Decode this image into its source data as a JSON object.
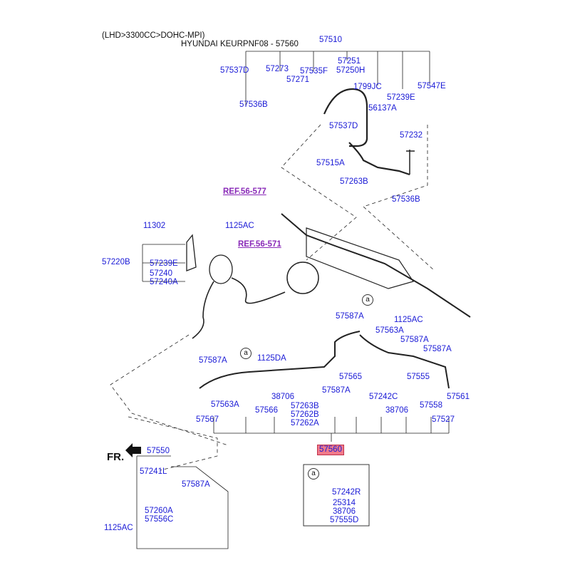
{
  "header": {
    "spec": "(LHD>3300CC>DOHC-MPI)",
    "model_line": "HYUNDAI KEURPNF08 - 57560"
  },
  "references": [
    {
      "id": "ref1",
      "prefix": "REF.",
      "code": "56-577"
    },
    {
      "id": "ref2",
      "prefix": "REF.",
      "code": "56-571"
    }
  ],
  "front_marker": "FR.",
  "detail_marker": "a",
  "selected_part": "57560",
  "labels": {
    "p57510": "57510",
    "p57537D_top": "57537D",
    "p57273": "57273",
    "p57535F": "57535F",
    "p57251": "57251",
    "p57250H": "57250H",
    "p57271": "57271",
    "p1799JC": "1799JC",
    "p57547E": "57547E",
    "p57239E_top": "57239E",
    "p56137A": "56137A",
    "p57536B_top": "57536B",
    "p57537D_mid": "57537D",
    "p57232": "57232",
    "p57515A": "57515A",
    "p57263B_top": "57263B",
    "p57536B_mid": "57536B",
    "p11302": "11302",
    "p1125AC_a": "1125AC",
    "p57220B": "57220B",
    "p57239E_mid": "57239E",
    "p57240": "57240",
    "p57240A": "57240A",
    "p57587A_a": "57587A",
    "p1125AC_b": "1125AC",
    "p57563A_a": "57563A",
    "p57587A_b": "57587A",
    "p57587A_c": "57587A",
    "p57587A_d": "57587A",
    "p1125DA": "1125DA",
    "p57565": "57565",
    "p57587A_e": "57587A",
    "p38706_a": "38706",
    "p57563A_b": "57563A",
    "p57566": "57566",
    "p57263B_b": "57263B",
    "p57262B": "57262B",
    "p57262A": "57262A",
    "p57567": "57567",
    "p57242C": "57242C",
    "p38706_b": "38706",
    "p57555": "57555",
    "p57558": "57558",
    "p57561": "57561",
    "p57527": "57527",
    "p57550": "57550",
    "p57241L": "57241L",
    "p57587A_f": "57587A",
    "p57260A": "57260A",
    "p57556C": "57556C",
    "p1125AC_c": "1125AC",
    "p57242R": "57242R",
    "p25314": "25314",
    "p38706_c": "38706",
    "p57555D": "57555D"
  },
  "colors": {
    "label": "#1a1ad6",
    "reference": "#8a2bb8",
    "highlight": "#f07a8a",
    "line": "#222222"
  }
}
